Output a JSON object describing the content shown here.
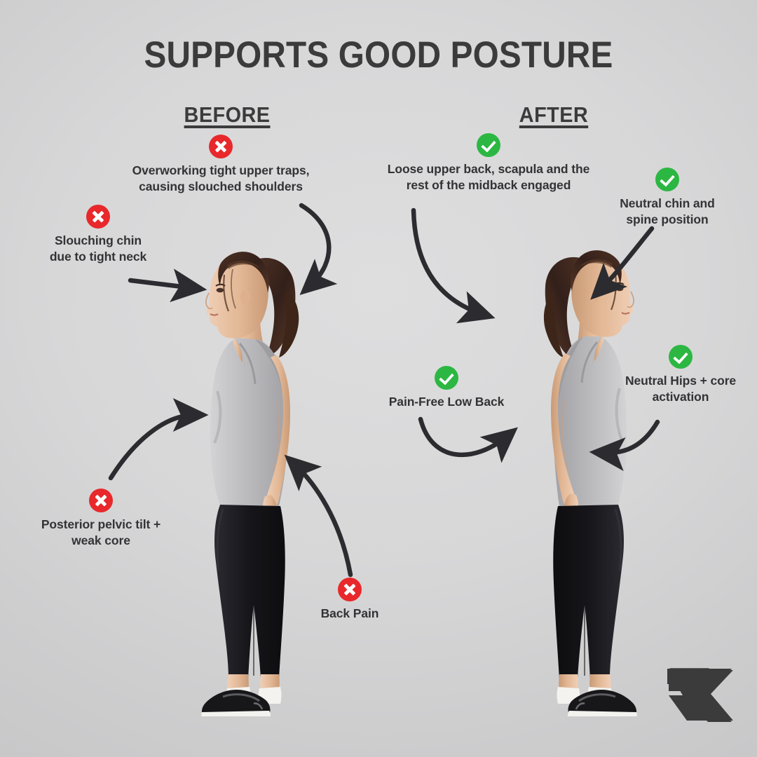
{
  "poster": {
    "title": "SUPPORTS GOOD POSTURE",
    "background_color": "#d7d7d8",
    "text_color": "#333336"
  },
  "columns": {
    "before": {
      "label": "BEFORE"
    },
    "after": {
      "label": "AFTER"
    }
  },
  "icons": {
    "cross": {
      "name": "red-x-icon",
      "color": "#e8282b"
    },
    "check": {
      "name": "green-check-icon",
      "color": "#2cb742"
    }
  },
  "annotations": {
    "before": [
      {
        "id": "upper-traps",
        "icon": "cross",
        "text": "Overworking tight upper traps,\ncausing slouched shoulders"
      },
      {
        "id": "slouching-chin",
        "icon": "cross",
        "text": "Slouching chin\ndue to tight neck"
      },
      {
        "id": "pelvic-tilt",
        "icon": "cross",
        "text": "Posterior pelvic tilt +\nweak core"
      },
      {
        "id": "back-pain",
        "icon": "cross",
        "text": "Back Pain"
      }
    ],
    "after": [
      {
        "id": "loose-upper-back",
        "icon": "check",
        "text": "Loose upper back, scapula and the\nrest of the midback engaged"
      },
      {
        "id": "neutral-chin",
        "icon": "check",
        "text": "Neutral chin and\nspine position"
      },
      {
        "id": "neutral-hips",
        "icon": "check",
        "text": "Neutral Hips + core\nactivation"
      },
      {
        "id": "pain-free-back",
        "icon": "check",
        "text": "Pain-Free Low Back"
      }
    ]
  },
  "figures": {
    "before": {
      "name": "woman-side-profile-slouched",
      "apparel": {
        "top": "gray tank top",
        "bottom": "black leggings",
        "shoes": "black sneakers"
      }
    },
    "after": {
      "name": "woman-side-profile-neutral",
      "apparel": {
        "top": "gray tank top",
        "bottom": "black leggings",
        "shoes": "black sneakers"
      }
    }
  },
  "logo": {
    "name": "brand-logo-double-chevron",
    "color": "#3b3b3b"
  }
}
